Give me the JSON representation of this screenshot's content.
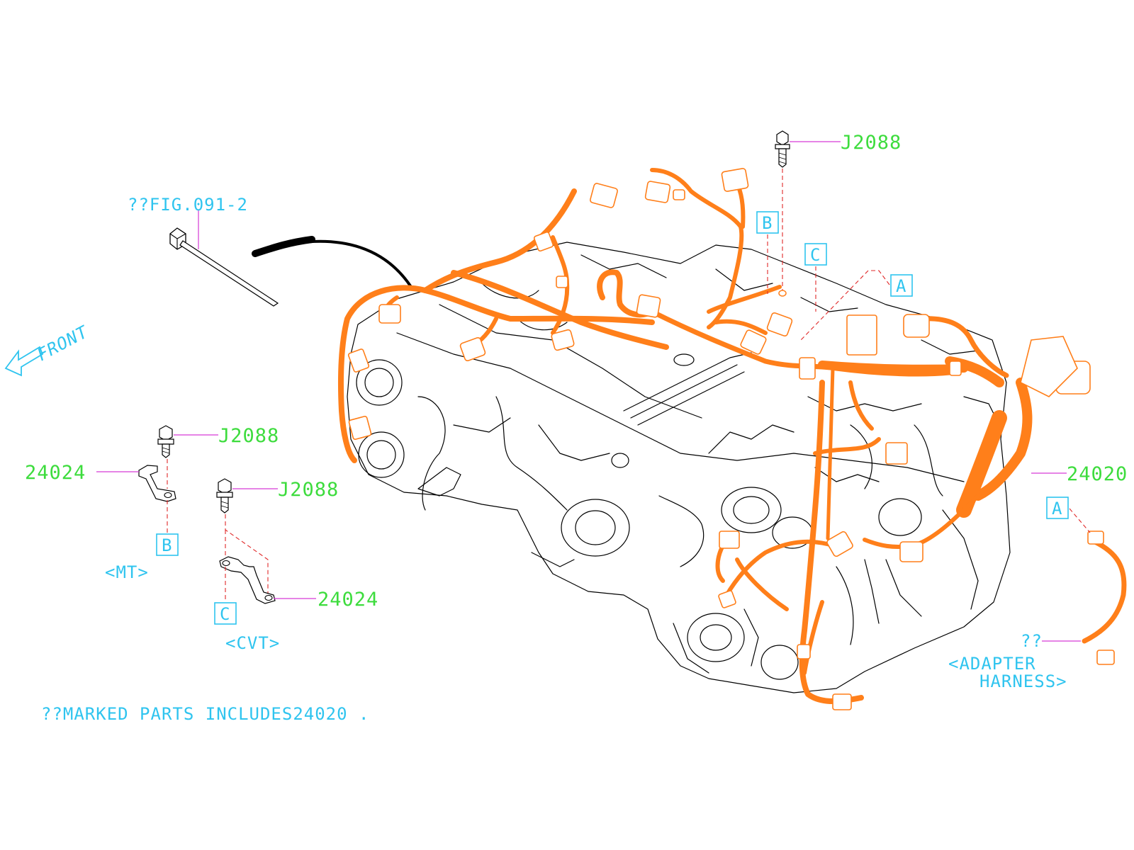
{
  "labels": {
    "fig_ref": "??FIG.091-2",
    "front": "FRONT",
    "part_j2088_top": "J2088",
    "part_j2088_mt": "J2088",
    "part_j2088_cvt": "J2088",
    "part_24024_mt": "24024",
    "part_24024_cvt": "24024",
    "part_24020": "24020",
    "adapter_mark": "??",
    "adapter_line1": "<ADAPTER",
    "adapter_line2": "HARNESS>",
    "mt_label": "<MT>",
    "cvt_label": "<CVT>",
    "note": "??MARKED PARTS INCLUDES24020 ."
  },
  "refs": {
    "a_engine": "A",
    "b_engine": "B",
    "c_engine": "C",
    "a_adapter": "A",
    "b_mt": "B",
    "c_cvt": "C"
  },
  "colors": {
    "harness": "#ff7f1a",
    "part_number": "#3ddc3d",
    "annotation": "#2fc4ef",
    "leader": "#d63ad6",
    "dashed_ref": "#e02828"
  }
}
